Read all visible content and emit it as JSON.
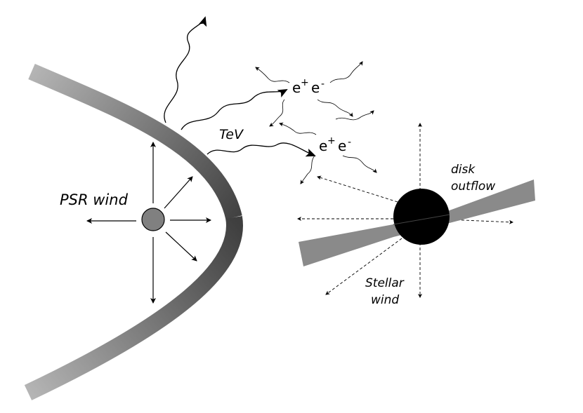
{
  "labels": {
    "psr_wind": "PSR wind",
    "tev": "TeV",
    "pair_top": {
      "base": "e",
      "sup1": "+",
      "base2": "e",
      "sup2": "-"
    },
    "pair_bottom": {
      "base": "e",
      "sup1": "+",
      "base2": "e",
      "sup2": "-"
    },
    "disk_line1": "disk",
    "disk_line2": "outflow",
    "stellar_line1": "Stellar",
    "stellar_line2": "wind"
  },
  "colors": {
    "shock_dark": "#4a4a4a",
    "shock_light": "#b0b0b0",
    "pulsar": "#808080",
    "star": "#000000",
    "disk": "#8a8a8a"
  }
}
